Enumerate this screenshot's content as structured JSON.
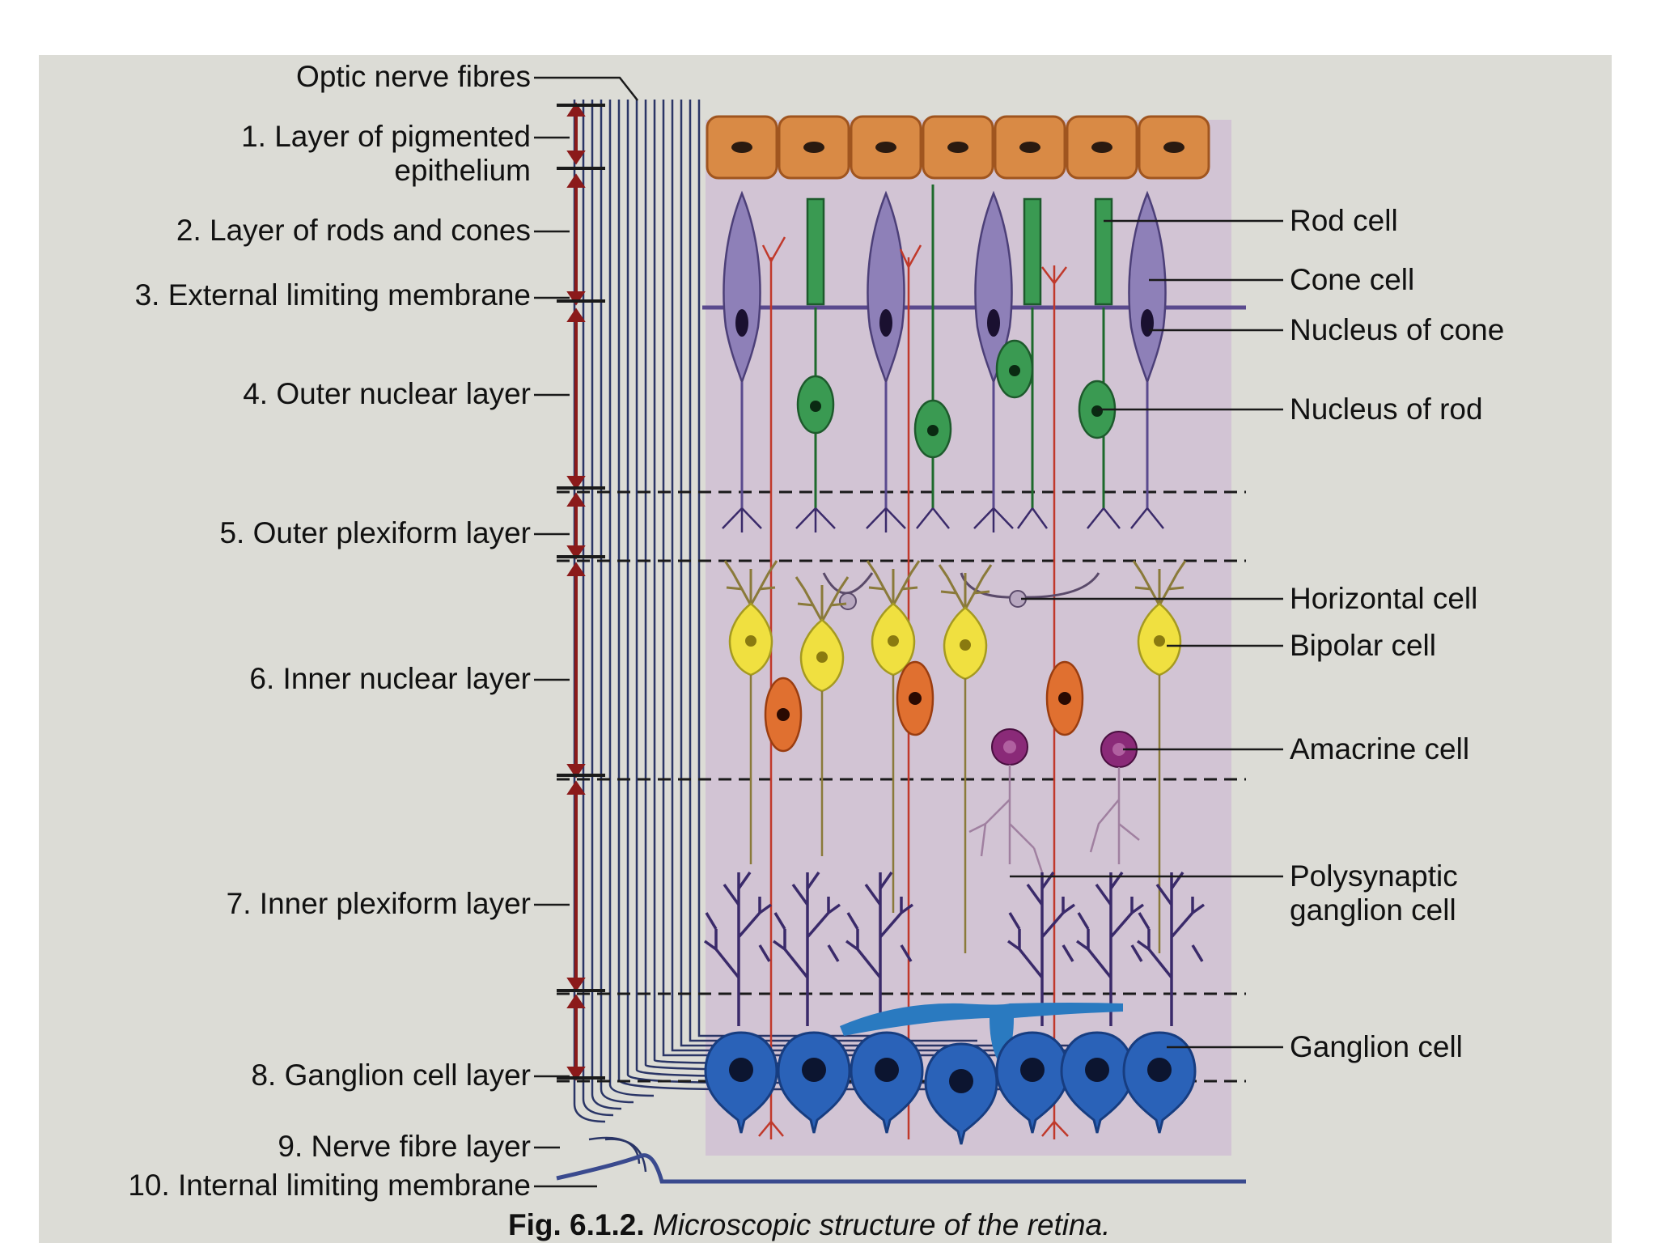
{
  "left_labels": {
    "optic_nerve_fibres": "Optic nerve fibres",
    "layer1_line1": "1. Layer of pigmented",
    "layer1_line2": "epithelium",
    "layer2": "2. Layer of rods and cones",
    "layer3": "3. External limiting membrane",
    "layer4": "4. Outer nuclear layer",
    "layer5": "5. Outer plexiform layer",
    "layer6": "6. Inner nuclear layer",
    "layer7": "7. Inner plexiform layer",
    "layer8": "8. Ganglion cell layer",
    "layer9": "9. Nerve fibre layer",
    "layer10": "10. Internal limiting membrane"
  },
  "right_labels": {
    "rod_cell": "Rod cell",
    "cone_cell": "Cone cell",
    "nucleus_of_cone": "Nucleus of cone",
    "nucleus_of_rod": "Nucleus of rod",
    "horizontal_cell": "Horizontal cell",
    "bipolar_cell": "Bipolar cell",
    "amacrine_cell": "Amacrine cell",
    "polysynaptic_line1": "Polysynaptic",
    "polysynaptic_line2": "ganglion cell",
    "ganglion_cell": "Ganglion cell"
  },
  "caption": {
    "fig_number": "Fig. 6.1.2.",
    "text": "Microscopic structure of the retina."
  },
  "colors": {
    "page": "#dcdcd6",
    "tissue": "#d2c4d4",
    "pigment_cell": "#d98a45",
    "rod": "#3a9a52",
    "cone": "#8e80b8",
    "bipolar": "#f0e040",
    "horizontal": "#b8a8c0",
    "amacrine": "#8a2a78",
    "orange_cell": "#e07030",
    "ganglion": "#2a62b8",
    "arrows": "#8b1a1a",
    "nerve_fibres": "#2a3566"
  }
}
